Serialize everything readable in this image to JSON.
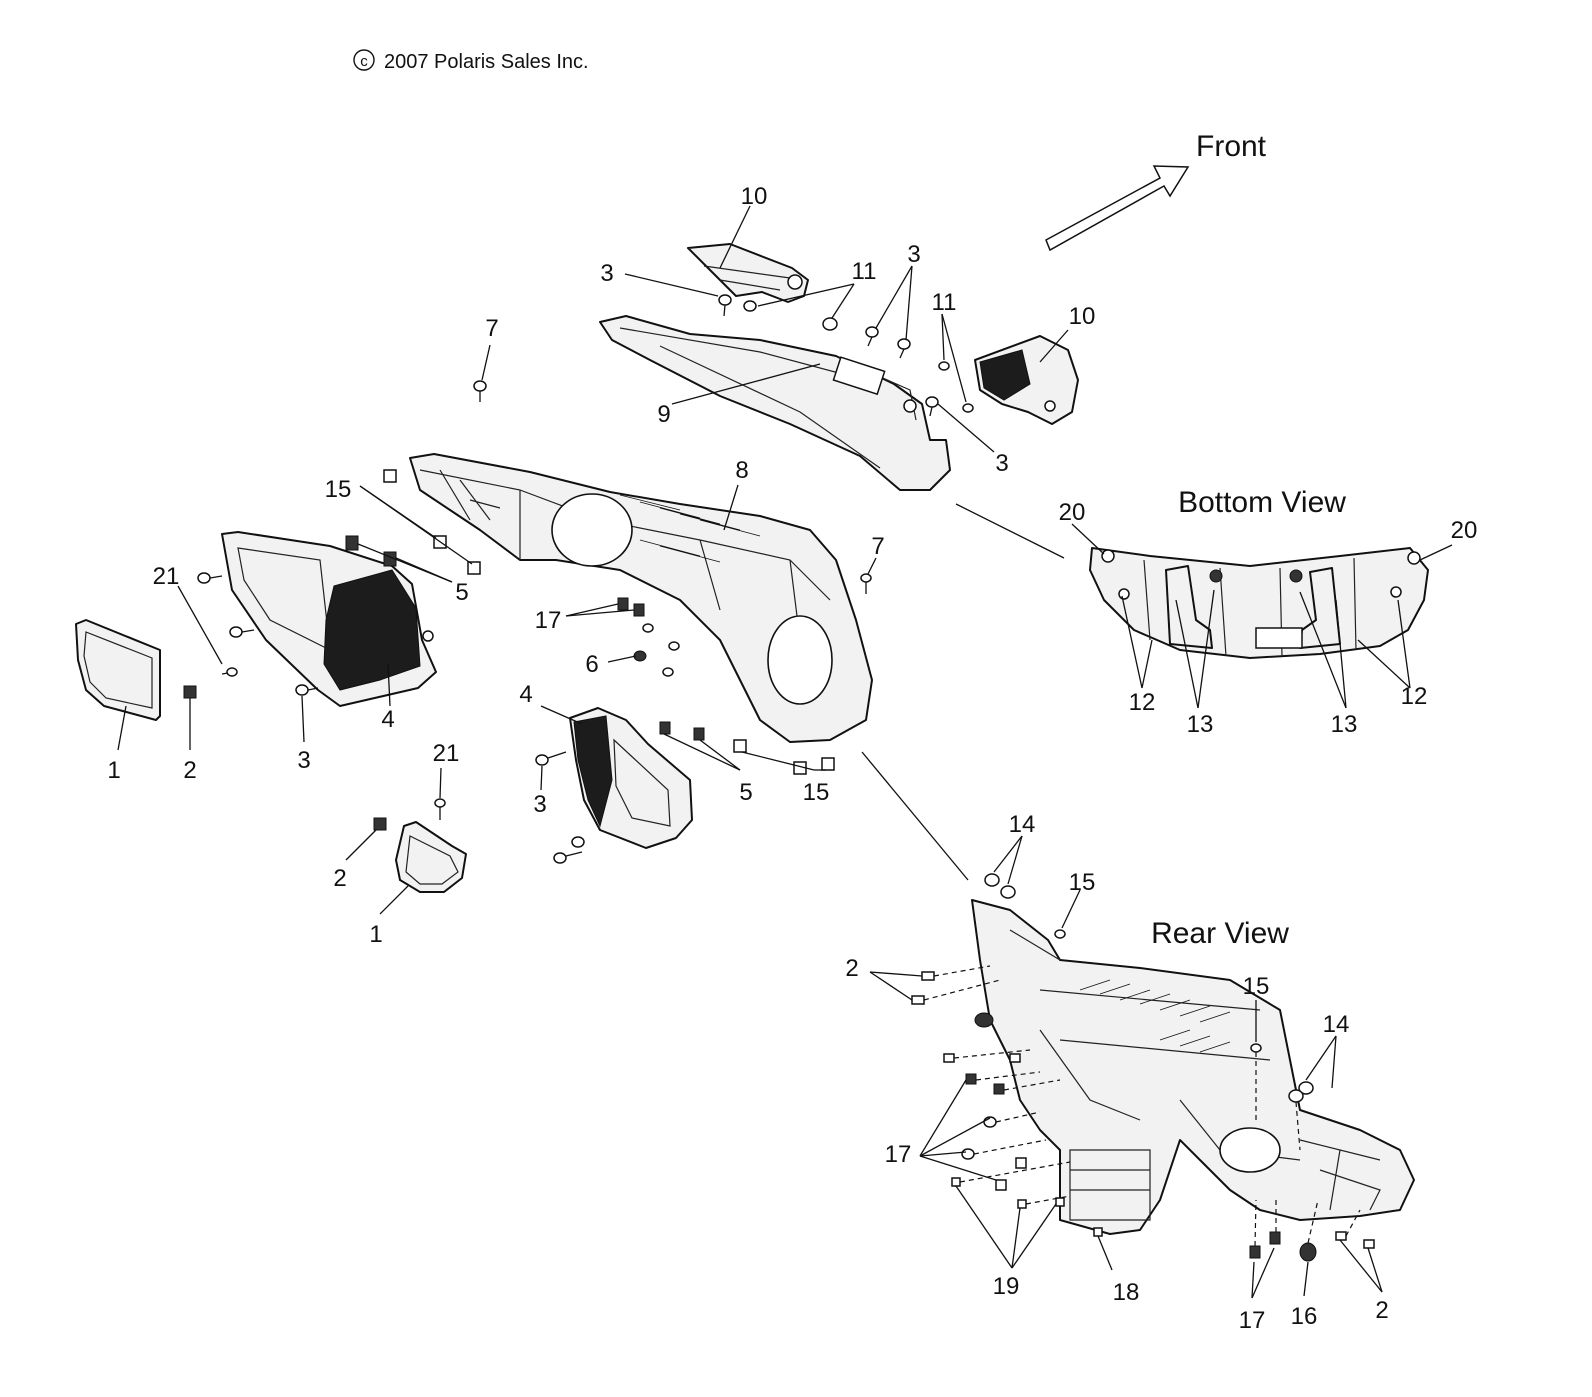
{
  "copyright": "2007 Polaris Sales Inc.",
  "copyright_symbol": "c",
  "direction_label": "Front",
  "views": {
    "bottom": "Bottom View",
    "rear": "Rear View"
  },
  "callouts": {
    "main": [
      "10",
      "3",
      "11",
      "3",
      "11",
      "10",
      "9",
      "3",
      "7",
      "8",
      "15",
      "5",
      "21",
      "17",
      "6",
      "7",
      "4",
      "1",
      "2",
      "3",
      "4",
      "21",
      "3",
      "5",
      "15",
      "2",
      "1"
    ],
    "bottom_view": [
      "20",
      "20",
      "12",
      "13",
      "13",
      "12"
    ],
    "rear_view": [
      "14",
      "15",
      "2",
      "15",
      "14",
      "17",
      "19",
      "18",
      "17",
      "16",
      "2"
    ]
  },
  "colors": {
    "line": "#111111",
    "part_fill": "#f2f2f2",
    "mesh": "#1c1c1c",
    "background": "#ffffff"
  }
}
